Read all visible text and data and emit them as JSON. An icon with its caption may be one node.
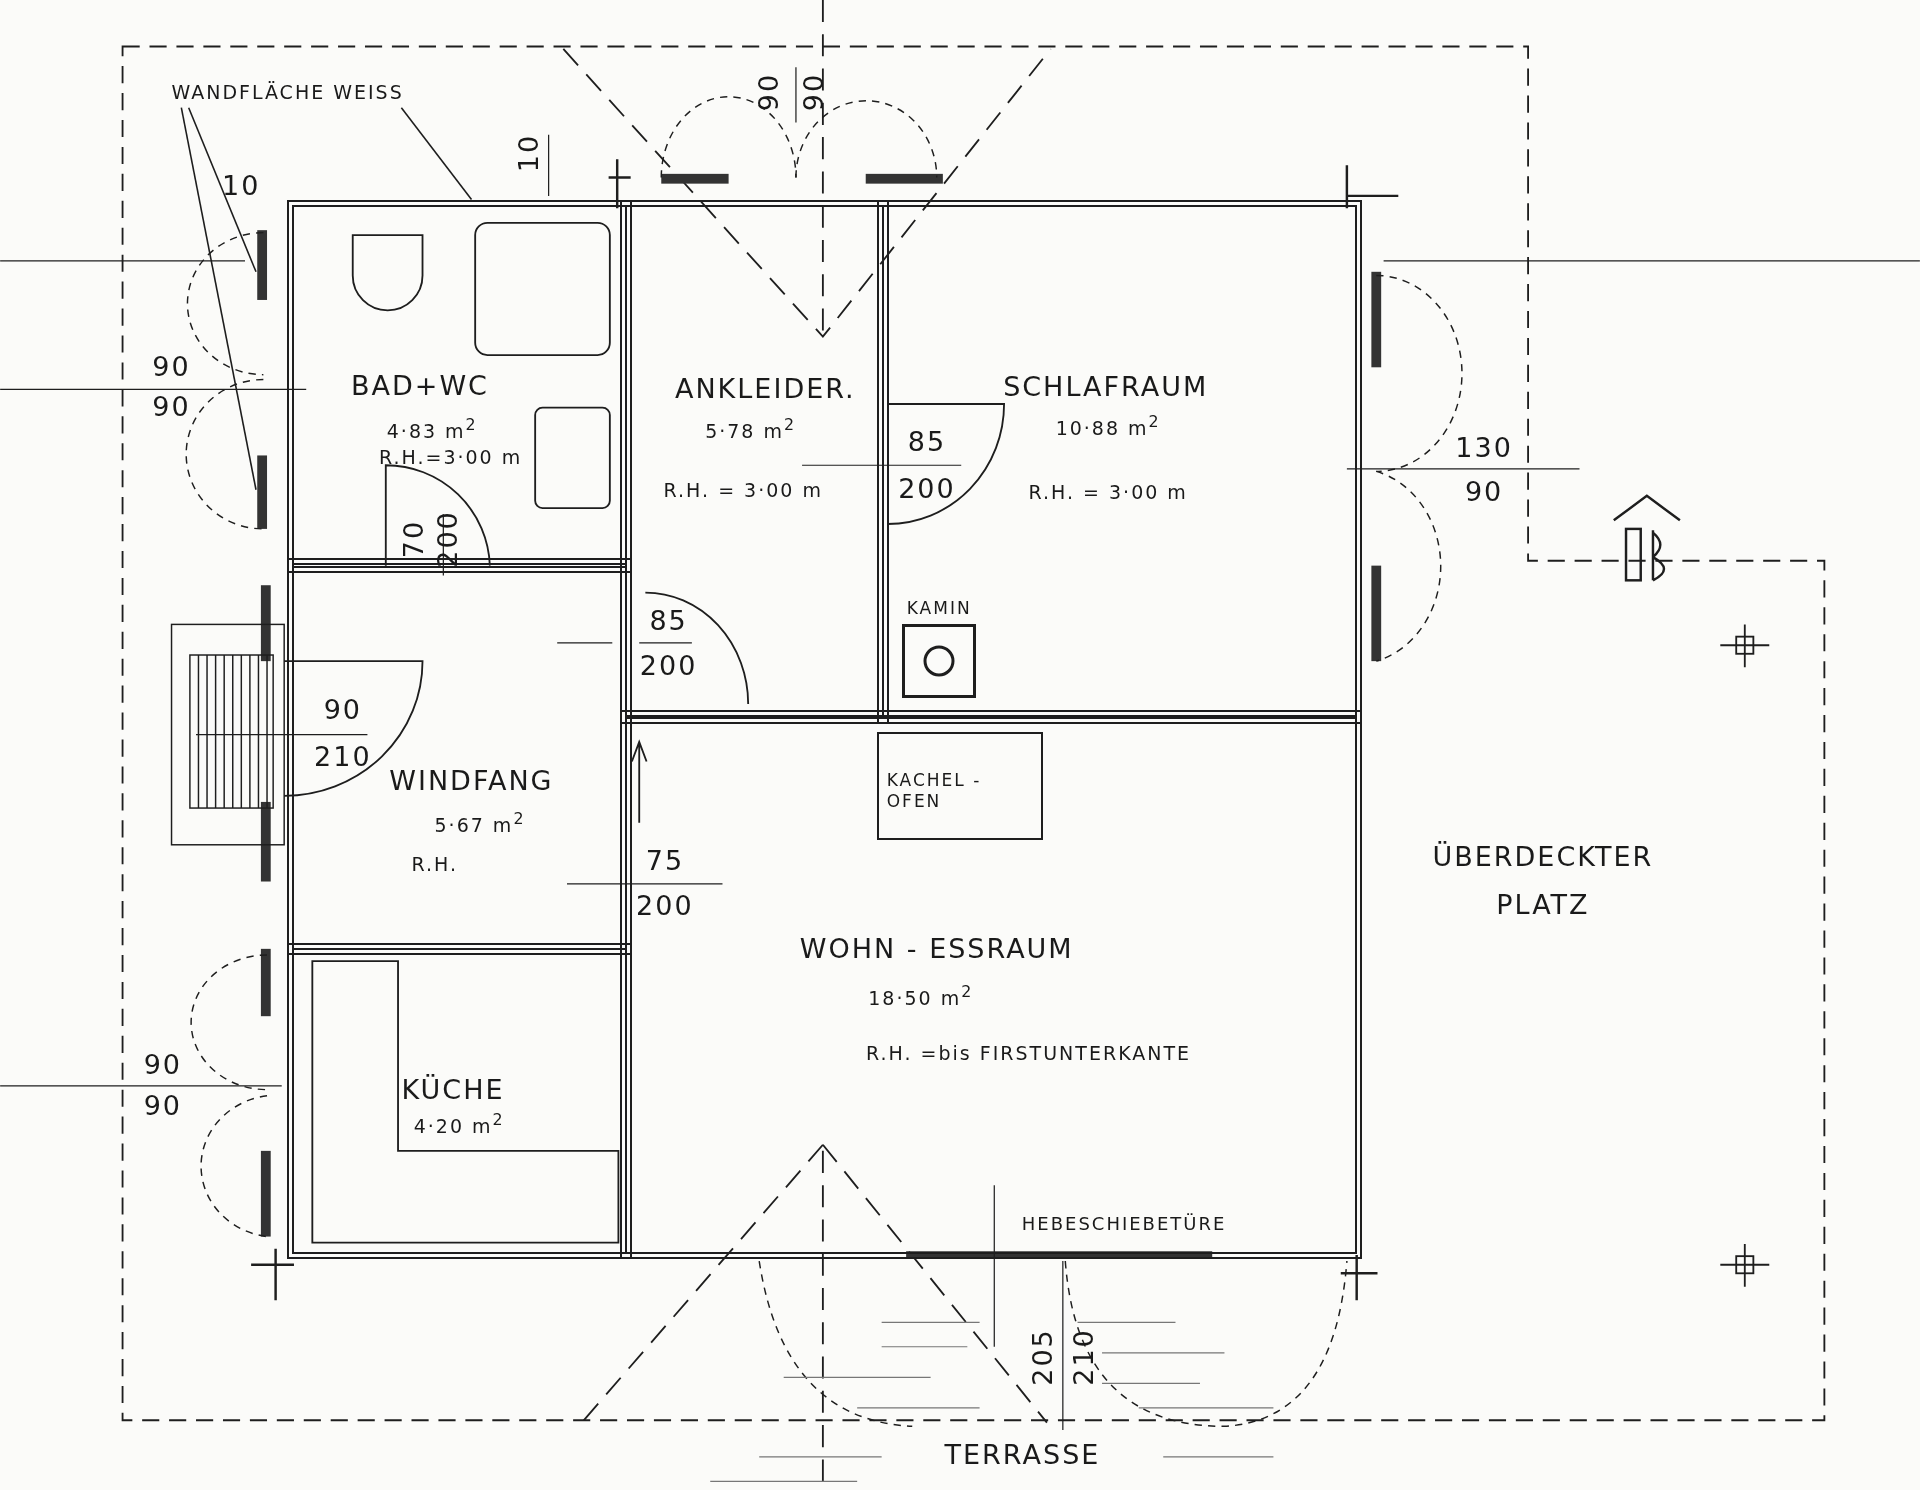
{
  "diagram": {
    "nodes": [
      {
        "text": [
          "WANDFLÄCHE WEISS"
        ]
      },
      {
        "text": [
          "BAD+WC",
          "4·83 m$^{2}$",
          "R.H.=3·00 m"
        ]
      },
      {
        "text": [
          "ANKLEIDER.",
          "5·78 m$^{2}$",
          "R.H. = 3·00 m"
        ]
      },
      {
        "text": [
          "SCHLAFRAUM",
          "10·88 m$^{2}$",
          "R.H. = 3·00 m"
        ]
      },
      {
        "text": [
          "WINDFANG",
          "5·67 m$^{2}$",
          "R.H."
        ]
      },
      {
        "text": [
          "KÜCHE",
          "4·20 m$^{2}$"
        ]
      },
      {
        "text": [
          "WOHN - ESSRAUM",
          "18·50 m$^{2}$",
          "R.H. =bis FIRSTUNTERKANTE"
        ]
      },
      {
        "text": [
          "KAMIN"
        ],
        "in": 3
      },
      {
        "text": [
          "KACHEL - OFEN"
        ],
        "in": 6
      }
    ],
    "edges": [
      {
        "from": 0,
        "to": null,
        "arrow": "none"
      },
      {
        "from": 0,
        "to": null,
        "arrow": "none"
      },
      {
        "from": 0,
        "to": 1,
        "arrow": "none"
      }
    ],
    "labels": [
      "90",
      "90",
      "10",
      "10",
      "90",
      "90",
      "85",
      "200",
      "130",
      "90",
      "70",
      "200",
      "85",
      "200",
      "90",
      "210",
      "75",
      "200",
      "ÜBERDECKTER PLATZ",
      "90",
      "90",
      "HEBESCHIEBETÜRE",
      "205",
      "210",
      "TERRASSE"
    ]
  }
}
